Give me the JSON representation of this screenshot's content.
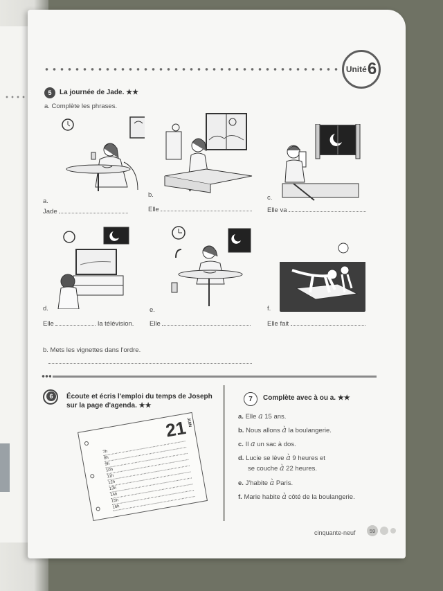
{
  "unit": {
    "label": "Unité",
    "number": "6"
  },
  "ex5": {
    "number": "5",
    "title": "La journée de Jade. ★★",
    "part_a": "a. Complète les phrases.",
    "items": [
      {
        "letter": "a.",
        "start": "Jade",
        "end": ""
      },
      {
        "letter": "b.",
        "start": "Elle",
        "end": ""
      },
      {
        "letter": "c.",
        "start": "Elle va",
        "end": ""
      },
      {
        "letter": "d.",
        "start": "Elle",
        "end": "la télévision."
      },
      {
        "letter": "e.",
        "start": "Elle",
        "end": ""
      },
      {
        "letter": "f.",
        "start": "Elle fait",
        "end": ""
      }
    ],
    "part_b": "b. Mets les vignettes dans l'ordre."
  },
  "ex6": {
    "number": "6",
    "title_line1": "Écoute et écris l'emploi du temps de Joseph",
    "title_line2": "sur la page d'agenda. ★★",
    "agenda": {
      "day": "21",
      "month": "JUIN",
      "hours": [
        "7h",
        "8h",
        "9h",
        "10h",
        "11h",
        "12h",
        "13h",
        "14h",
        "15h",
        "16h"
      ]
    }
  },
  "ex7": {
    "number": "7",
    "title": "Complète avec à ou a. ★★",
    "lines": [
      {
        "letter": "a.",
        "text": "Elle",
        "answer": "a",
        "rest": "15 ans."
      },
      {
        "letter": "b.",
        "text": "Nous allons",
        "answer": "à",
        "rest": "la boulangerie."
      },
      {
        "letter": "c.",
        "text": "Il",
        "answer": "a",
        "rest": "un sac à dos."
      },
      {
        "letter": "d.",
        "text": "Lucie se lève",
        "answer": "à",
        "rest": "9 heures et"
      },
      {
        "letter": "",
        "text": "se couche",
        "answer": "à",
        "rest": "22 heures."
      },
      {
        "letter": "e.",
        "text": "J'habite",
        "answer": "à",
        "rest": "Paris."
      },
      {
        "letter": "f.",
        "text": "Marie habite",
        "answer": "à",
        "rest": "côté de la boulangerie."
      }
    ]
  },
  "footer": {
    "text": "cinquante-neuf",
    "page": "59"
  }
}
